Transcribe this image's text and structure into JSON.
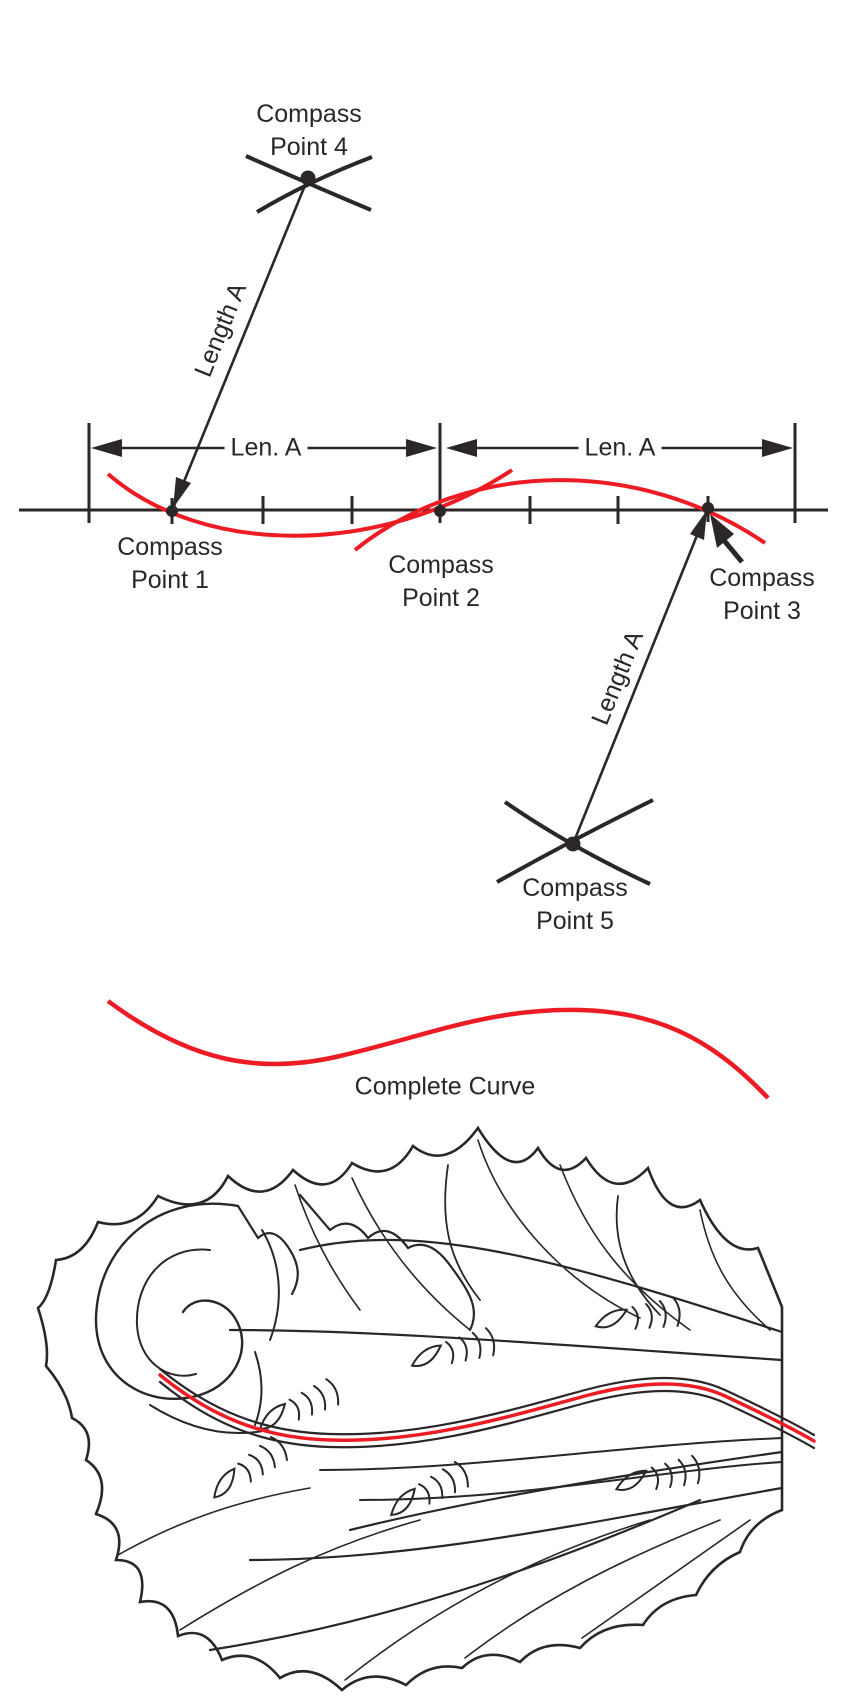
{
  "colors": {
    "ink": "#2b2627",
    "red": "#ed1c24",
    "paper": "#ffffff"
  },
  "construction": {
    "point_labels": {
      "p1": "Compass\nPoint 1",
      "p2": "Compass\nPoint 2",
      "p3": "Compass\nPoint 3",
      "p4": "Compass\nPoint 4",
      "p5": "Compass\nPoint 5"
    },
    "dimension_labels": {
      "left": "Len. A",
      "right": "Len. A"
    },
    "radius_labels": {
      "upper": "Length A",
      "lower": "Length A"
    }
  },
  "result": {
    "caption": "Complete Curve"
  }
}
